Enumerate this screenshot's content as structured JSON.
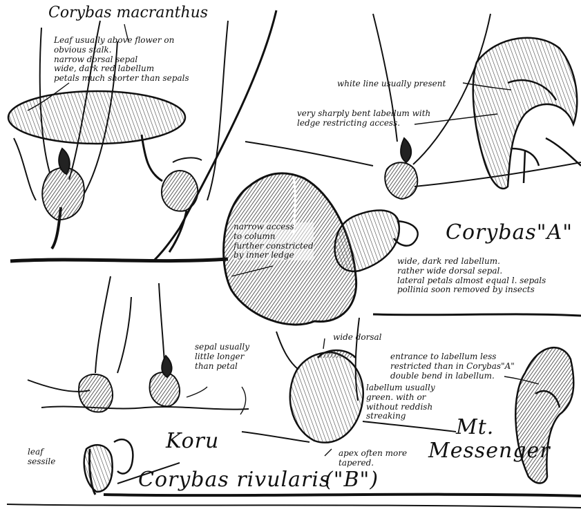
{
  "colors": {
    "ink": "#111111",
    "paper": "#ffffff",
    "hatch": "#555555"
  },
  "titles": {
    "macranthus": "Corybas macranthus",
    "species_a": "Corybas\"A\"",
    "rivularis": "Corybas rivularis",
    "rivularis_b": "(\"B\")",
    "koru": "Koru",
    "mt": "Mt.",
    "messenger": "Messenger"
  },
  "notes": {
    "macranthus": [
      "Leaf usually above flower on",
      "obvious stalk.",
      "narrow dorsal sepal",
      "wide, dark red labellum",
      "petals much shorter than sepals"
    ],
    "white_line": "white line usually present",
    "sharply_bent": [
      "very sharply bent labellum with",
      "ledge restricting access."
    ],
    "narrow_access": [
      "narrow access",
      "to column",
      "further constricted",
      "by inner ledge"
    ],
    "species_a": [
      "wide, dark red labellum.",
      "rather wide dorsal sepal.",
      "lateral petals almost equal l. sepals",
      "pollinia soon removed by insects"
    ],
    "wide_dorsal": "wide dorsal",
    "entrance": [
      "entrance to labellum less",
      "restricted than in Corybas\"A\"",
      "double bend in labellum."
    ],
    "labellum_green": [
      "labellum usually",
      "green. with or",
      "without reddish",
      "streaking"
    ],
    "sepal_longer": [
      "sepal usually",
      "little longer",
      "than petal"
    ],
    "apex": [
      "apex often more",
      "tapered."
    ],
    "leaf_sessile": [
      "leaf",
      "sessile"
    ]
  }
}
